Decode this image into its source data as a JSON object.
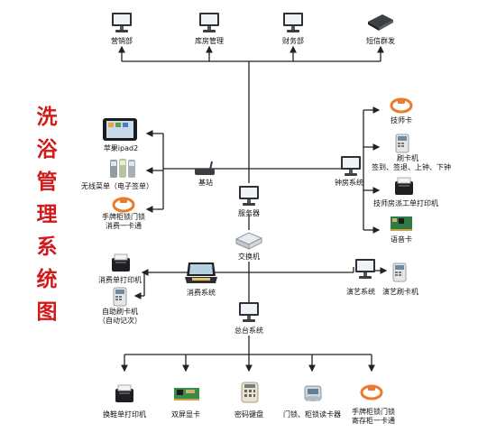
{
  "title": "洗浴管理系统图",
  "nodes": {
    "sales": "营销部",
    "warehouse": "库房管理",
    "finance": "财务部",
    "sms": "短信群发",
    "ipad": "苹果ipad2",
    "wireless_menu": "无线菜单（电子签单）",
    "wristband_lock": "手牌柜锁门锁",
    "wristband_lock_sub": "消费一卡通",
    "base_station": "基站",
    "server": "服务器",
    "tech_card": "技师卡",
    "card_reader": "刷卡机",
    "card_reader_sub": "签到、签退、上钟、下钟",
    "clock_room": "钟房系统",
    "tech_printer": "技师房派工单打印机",
    "voice_card": "语音卡",
    "switch": "交换机",
    "consume_printer": "消费单打印机",
    "self_reader": "自助刷卡机",
    "self_reader_sub": "（自动记次）",
    "consume_system": "消费系统",
    "show_system": "演艺系统",
    "show_reader": "演艺刷卡机",
    "front_desk": "总台系统",
    "shoe_printer": "换鞋单打印机",
    "dual_screen": "双屏显卡",
    "pin_pad": "密码键盘",
    "lock_reader": "门锁、柜锁读卡器",
    "wristband_locker": "手牌柜锁门锁",
    "wristband_locker_sub": "寄存柜一卡通"
  },
  "colors": {
    "title": "#d21a1a",
    "line": "#222222",
    "tag": "#ec7a2c"
  }
}
